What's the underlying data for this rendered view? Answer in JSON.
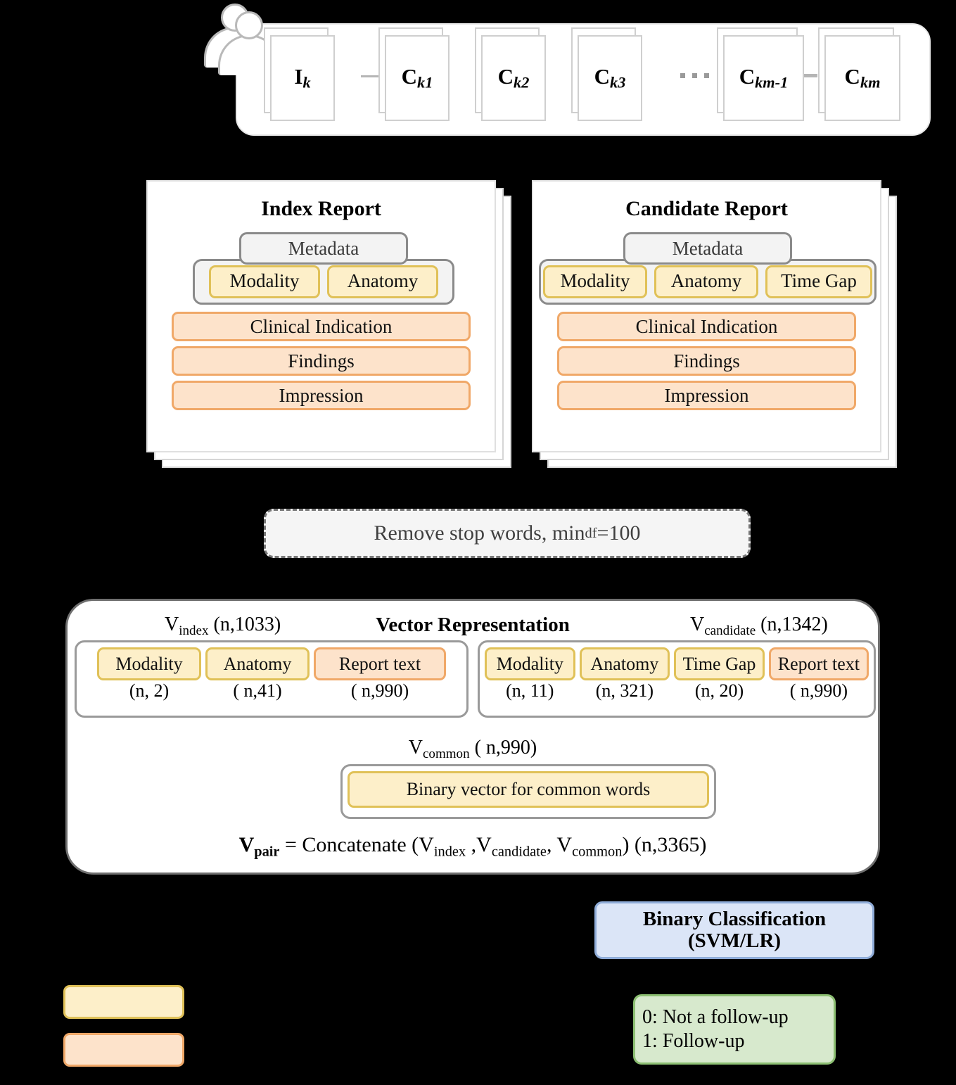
{
  "top_panel": {
    "name": "patient-report-sequence",
    "person_icon": "person-icon",
    "documents": [
      {
        "base": "I",
        "sub": "k",
        "sub_italic": true
      },
      {
        "base": "C",
        "sub": "k1",
        "sub_italic": true
      },
      {
        "base": "C",
        "sub": "k2",
        "sub_italic": true
      },
      {
        "base": "C",
        "sub": "k3",
        "sub_italic": true
      },
      {
        "base": "C",
        "sub": "km-1",
        "sub_italic": true
      },
      {
        "base": "C",
        "sub": "km",
        "sub_italic": true
      }
    ],
    "ellipsis": "· · ·"
  },
  "index_report": {
    "title": "Index Report",
    "metadata_label": "Metadata",
    "chips": [
      "Modality",
      "Anatomy"
    ],
    "sections": [
      "Clinical Indication",
      "Findings",
      "Impression"
    ]
  },
  "candidate_report": {
    "title": "Candidate Report",
    "metadata_label": "Metadata",
    "chips": [
      "Modality",
      "Anatomy",
      "Time Gap"
    ],
    "sections": [
      "Clinical Indication",
      "Findings",
      "Impression"
    ]
  },
  "preprocess": {
    "text_before": "Remove stop words, min",
    "subscript": "df",
    "text_after": "=100"
  },
  "vector_panel": {
    "title": "Vector Representation",
    "index": {
      "caption_base": "V",
      "caption_sub": "index",
      "caption_dims": "(n,1033)",
      "chips": [
        "Modality",
        "Anatomy",
        "Report text"
      ],
      "chip_colors": [
        "yellow",
        "yellow",
        "orange"
      ],
      "dims": [
        "(n, 2)",
        "( n,41)",
        "( n,990)"
      ]
    },
    "candidate": {
      "caption_base": "V",
      "caption_sub": "candidate",
      "caption_dims": "(n,1342)",
      "chips": [
        "Modality",
        "Anatomy",
        "Time Gap",
        "Report text"
      ],
      "chip_colors": [
        "yellow",
        "yellow",
        "yellow",
        "orange"
      ],
      "dims": [
        "(n, 11)",
        "(n, 321)",
        "(n, 20)",
        "( n,990)"
      ]
    },
    "common": {
      "caption_base": "V",
      "caption_sub": "common",
      "caption_dims": "( n,990)",
      "chip": "Binary vector for common words"
    },
    "vpair": {
      "lhs_base": "V",
      "lhs_sub": "pair",
      "eq": " = Concatenate (V",
      "s1": "index",
      "mid1": " ,V",
      "s2": "candidate",
      "mid2": ", V",
      "s3": "common",
      "tail": ") (n,3365)"
    }
  },
  "classification": {
    "line1": "Binary Classification",
    "line2": "(SVM/LR)"
  },
  "outcome": {
    "line1": "0: Not a follow-up",
    "line2": "1: Follow-up"
  },
  "legend": {
    "yellow_swatch": "metadata-field-color",
    "orange_swatch": "report-text-color"
  },
  "colors": {
    "yellow_fill": "#fdefc9",
    "yellow_border": "#e0c158",
    "orange_fill": "#fde3cb",
    "orange_border": "#f0a868",
    "gray_fill": "#f3f3f3",
    "gray_border": "#8a8a8a",
    "blue_fill": "#dbe5f7",
    "blue_border": "#8facd8",
    "green_fill": "#d7e9cd",
    "green_border": "#8cbf72"
  }
}
